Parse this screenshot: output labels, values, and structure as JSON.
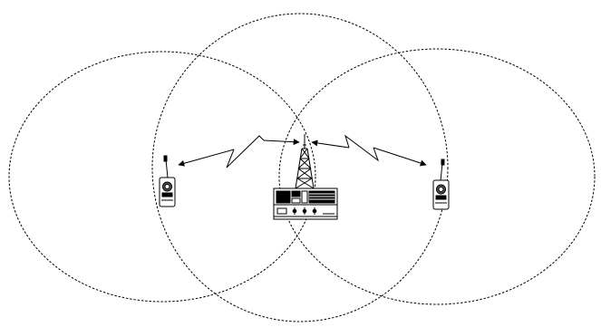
{
  "diagram": {
    "coverage_zones": [
      {
        "name": "left-coverage-zone"
      },
      {
        "name": "center-coverage-zone"
      },
      {
        "name": "right-coverage-zone"
      }
    ],
    "devices": [
      {
        "name": "base-station-tower",
        "icon": "radio-tower-icon"
      },
      {
        "name": "base-station-radio",
        "icon": "radio-base-unit-icon"
      },
      {
        "name": "left-handheld-radio",
        "icon": "handheld-radio-icon"
      },
      {
        "name": "right-handheld-radio",
        "icon": "handheld-radio-icon"
      }
    ],
    "links": [
      {
        "name": "left-radio-link",
        "icon": "lightning-bolt-double-arrow"
      },
      {
        "name": "right-radio-link",
        "icon": "lightning-bolt-double-arrow"
      }
    ],
    "colors": {
      "line": "#000000",
      "background": "#ffffff"
    }
  }
}
